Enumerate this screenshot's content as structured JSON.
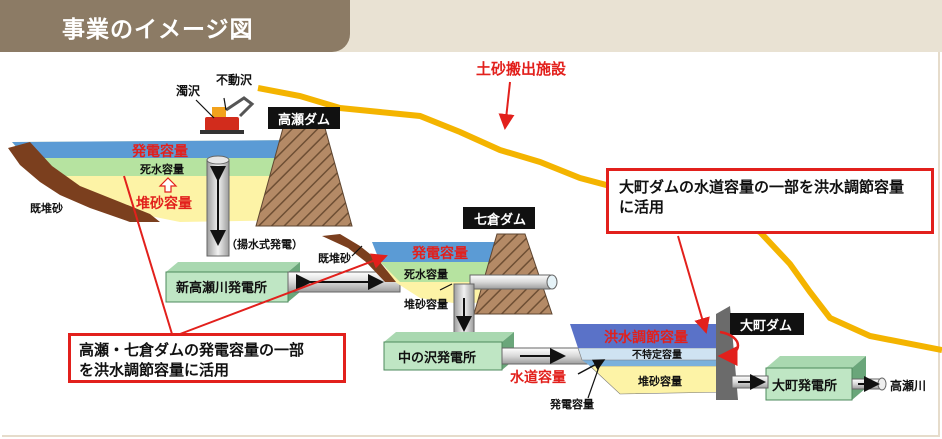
{
  "title": "事業のイメージ図",
  "labels": {
    "nigorisawa": "濁沢",
    "fudosawa": "不動沢",
    "sediment_facility": "土砂搬出施設",
    "takase_dam": "高瀬ダム",
    "nanakura_dam": "七倉ダム",
    "omachi_dam": "大町ダム",
    "power_capacity_1": "発電容量",
    "dead_capacity_1": "死水容量",
    "sediment_capacity_1": "堆砂容量",
    "existing_sediment_1": "既堆砂",
    "pumped_storage": "（揚水式発電）",
    "shintakase_plant": "新高瀬川発電所",
    "existing_sediment_2": "既堆砂",
    "power_capacity_2": "発電容量",
    "dead_capacity_2": "死水容量",
    "sediment_capacity_2": "堆砂容量",
    "nakanosawa_plant": "中の沢発電所",
    "flood_capacity": "洪水調節容量",
    "unspecified_capacity": "不特定容量",
    "sediment_capacity_3": "堆砂容量",
    "water_supply_capacity": "水道容量",
    "power_capacity_3": "発電容量",
    "omachi_plant": "大町発電所",
    "takase_river": "高瀬川"
  },
  "callouts": {
    "takase_nanakura_l1": "高瀬・七倉ダムの発電容量の一部",
    "takase_nanakura_l2": "を洪水調節容量に活用",
    "omachi_l1": "大町ダムの水道容量の一部を洪水調節容量",
    "omachi_l2": "に活用"
  },
  "colors": {
    "title_tab": "#8c7b65",
    "title_band": "#e9e2d3",
    "mountain_line": "#f4b400",
    "callout_red": "#e2201c",
    "power_blue": "#5b9bd5",
    "dead_green": "#b6e3a0",
    "sediment_yellow": "#fdf3a6",
    "plant_green": "#bfe6c4",
    "dam_brown": "#b48a66"
  }
}
